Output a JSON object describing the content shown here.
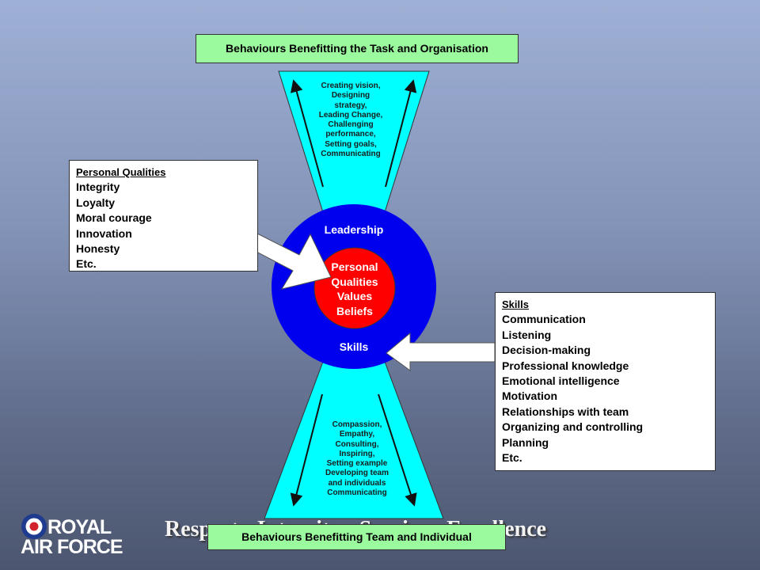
{
  "top_banner": "Behaviours Benefitting  the Task and Organisation",
  "bottom_banner": "Behaviours Benefitting  Team and Individual",
  "background_title": "Respect · Integrity · Service · Excellence",
  "top_funnel_lines": [
    "Creating vision,",
    "Designing",
    "strategy,",
    "Leading Change,",
    "Challenging",
    "performance,",
    "Setting goals,",
    "Communicating"
  ],
  "bottom_funnel_lines": [
    "Compassion,",
    "Empathy,",
    "Consulting,",
    "Inspiring,",
    "Setting example",
    "Developing team",
    "and individuals",
    "Communicating"
  ],
  "outer_circle": {
    "top_label": "Leadership",
    "bottom_label": "Skills"
  },
  "inner_circle_lines": [
    "Personal",
    "Qualities",
    "Values",
    "Beliefs"
  ],
  "personal_qualities": {
    "heading": "Personal Qualities",
    "items": [
      "Integrity",
      "Loyalty",
      "Moral courage",
      "Innovation",
      "Honesty",
      "Etc."
    ]
  },
  "skills": {
    "heading": "Skills",
    "items": [
      "Communication",
      "Listening",
      "Decision-making",
      "Professional knowledge",
      "Emotional intelligence",
      "Motivation",
      "Relationships with team",
      "Organizing and controlling",
      "Planning",
      "Etc."
    ]
  },
  "logo": {
    "line1": "ROYAL",
    "line2": "AIR FORCE"
  },
  "colors": {
    "funnel": "#00ffff",
    "outer_circle": "#0000ee",
    "inner_circle": "#ff0000",
    "banner": "#9cfa9e",
    "roundel_blue": "#1f3b8f",
    "roundel_red": "#d2222d"
  }
}
